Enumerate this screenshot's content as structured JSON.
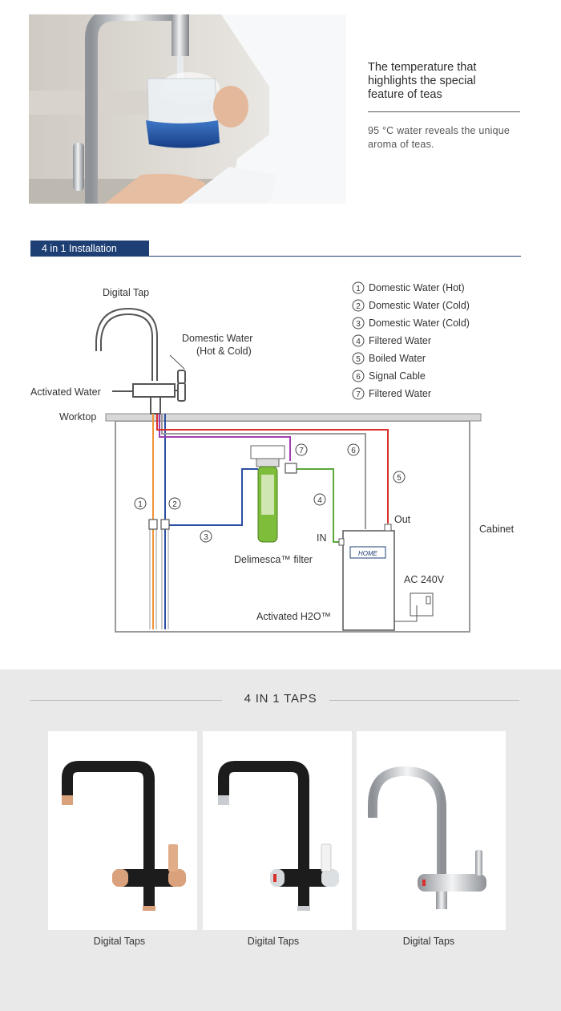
{
  "hero": {
    "heading": "The temperature that\nhighlights the special\nfeature of teas",
    "text": "95 °C water reveals the unique\naroma of teas."
  },
  "install": {
    "header": "4 in 1 Installation"
  },
  "diagram": {
    "labels": {
      "digital_tap": "Digital Tap",
      "domestic_water_1": "Domestic Water",
      "domestic_water_2": "(Hot & Cold)",
      "activated_water": "Activated Water",
      "worktop": "Worktop",
      "cabinet": "Cabinet",
      "filter": "Delimesca™ filter",
      "in": "IN",
      "out": "Out",
      "ac": "AC 240V",
      "activated_h2o": "Activated H2O™",
      "home_logo": "HOME"
    },
    "legend": [
      {
        "num": "1",
        "text": "Domestic Water (Hot)"
      },
      {
        "num": "2",
        "text": "Domestic Water (Cold)"
      },
      {
        "num": "3",
        "text": "Domestic Water (Cold)"
      },
      {
        "num": "4",
        "text": "Filtered Water"
      },
      {
        "num": "5",
        "text": "Boiled Water"
      },
      {
        "num": "6",
        "text": "Signal Cable"
      },
      {
        "num": "7",
        "text": "Filtered Water"
      }
    ],
    "colors": {
      "hot": "#f0943a",
      "cold": "#2c4fa3",
      "filtered": "#5aa83a",
      "boiled": "#d9302c",
      "signal": "#9a9a9a",
      "filtered_purple": "#a23fb0"
    }
  },
  "taps": {
    "title": "4 IN 1 TAPS",
    "items": [
      {
        "label": "Digital Taps",
        "variant": "black-copper"
      },
      {
        "label": "Digital Taps",
        "variant": "black-chrome"
      },
      {
        "label": "Digital Taps",
        "variant": "chrome"
      }
    ]
  }
}
